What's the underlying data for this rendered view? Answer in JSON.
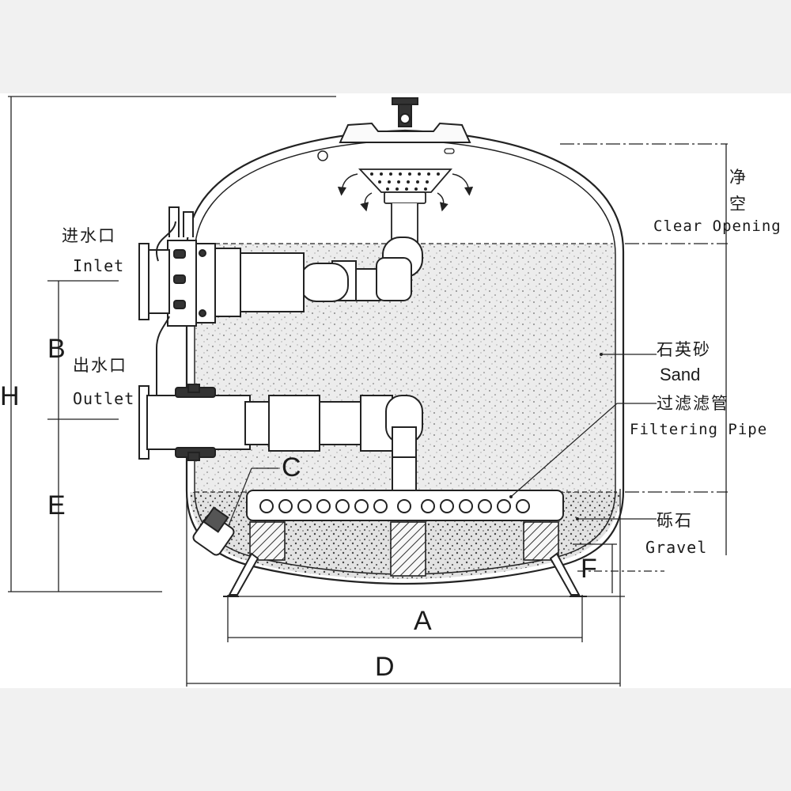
{
  "labels": {
    "inlet_cn": "进水口",
    "inlet_en": "Inlet",
    "outlet_cn": "出水口",
    "outlet_en": "Outlet",
    "clear_opening_cn_1": "净",
    "clear_opening_cn_2": "空",
    "clear_opening_en": "Clear Opening",
    "sand_cn": "石英砂",
    "sand_en": "Sand",
    "filter_pipe_cn": "过滤滤管",
    "filter_pipe_en": "Filtering Pipe",
    "gravel_cn": "砾石",
    "gravel_en": "Gravel"
  },
  "dimensions": {
    "h": "H",
    "b": "B",
    "e": "E",
    "c": "C",
    "a": "A",
    "d": "D",
    "f": "F"
  },
  "colors": {
    "line": "#222222",
    "background": "#f1f1f1",
    "sand_fill": "#e6e6e6",
    "gravel_fill": "#d9d9d9"
  }
}
